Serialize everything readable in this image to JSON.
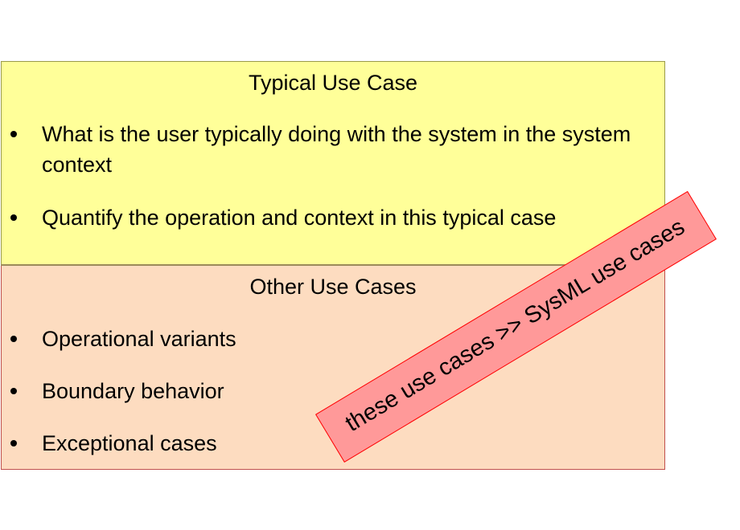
{
  "typical": {
    "title": "Typical Use Case",
    "bullets": [
      {
        "text": "What is the user typically doing with the system in the system context"
      },
      {
        "text": "Quantify the operation and context in this typical case"
      }
    ]
  },
  "other": {
    "title": "Other Use Cases",
    "bullets": [
      {
        "text": "Operational variants"
      },
      {
        "text": "Boundary behavior"
      },
      {
        "text": "Exceptional cases"
      }
    ]
  },
  "callout": {
    "text": "these use cases >> SysML use cases"
  },
  "colors": {
    "typical_fill": "#ffff99",
    "other_fill": "#fddcc0",
    "callout_fill": "#ff9999",
    "callout_border": "#ff0000"
  }
}
